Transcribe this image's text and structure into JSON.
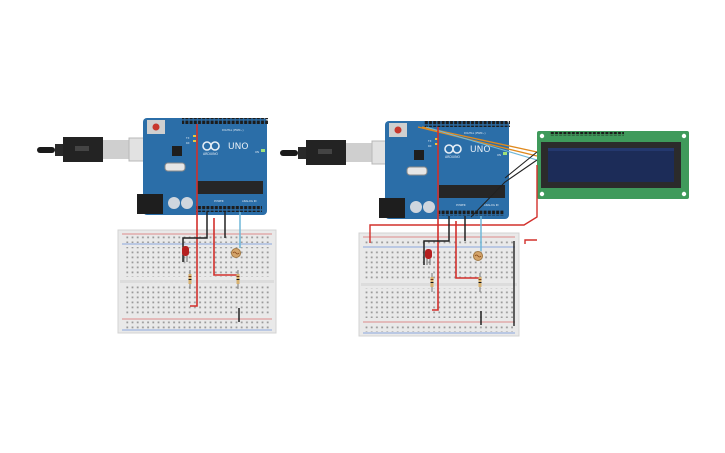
{
  "circuit_a": {
    "arduino": {
      "model_label": "UNO",
      "brand_label": "ARDUINO",
      "digital_header_label": "DIGITAL (PWM~)",
      "power_header_label": "POWER",
      "analog_header_label": "ANALOG IN",
      "on_label": "ON",
      "tx_label": "TX",
      "rx_label": "RX"
    },
    "components": [
      "usb-cable",
      "breadboard",
      "red-led",
      "resistor",
      "resistor",
      "photoresistor"
    ]
  },
  "circuit_b": {
    "arduino": {
      "model_label": "UNO",
      "brand_label": "ARDUINO",
      "digital_header_label": "DIGITAL (PWM~)",
      "power_header_label": "POWER",
      "analog_header_label": "ANALOG IN",
      "on_label": "ON",
      "tx_label": "TX",
      "rx_label": "RX"
    },
    "components": [
      "usb-cable",
      "breadboard",
      "red-led",
      "resistor",
      "resistor",
      "photoresistor",
      "lcd-16x2"
    ]
  },
  "colors": {
    "board_blue": "#2b6ea8",
    "board_dark": "#1f5a8c",
    "breadboard": "#e9e9e9",
    "wire_red": "#d2302c",
    "wire_black": "#222222",
    "wire_blue": "#6fb7d8",
    "wire_orange": "#e08a1e",
    "lcd_pcb": "#3f9a5b",
    "lcd_screen": "#1c2c58"
  }
}
